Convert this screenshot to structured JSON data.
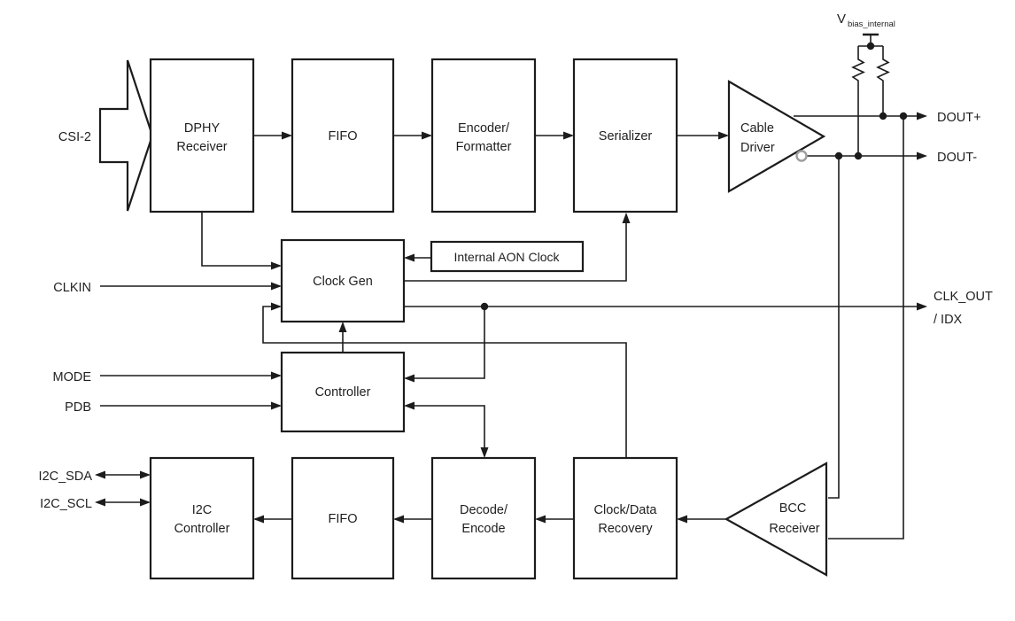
{
  "diagram": {
    "blocks": {
      "dphy_receiver": {
        "line1": "DPHY",
        "line2": "Receiver"
      },
      "fifo_top": {
        "line1": "FIFO"
      },
      "encoder_formatter": {
        "line1": "Encoder/",
        "line2": "Formatter"
      },
      "serializer": {
        "line1": "Serializer"
      },
      "cable_driver": {
        "line1": "Cable",
        "line2": "Driver"
      },
      "clock_gen": {
        "line1": "Clock Gen"
      },
      "internal_aon_clock": {
        "line1": "Internal AON Clock"
      },
      "controller": {
        "line1": "Controller"
      },
      "i2c_controller": {
        "line1": "I2C",
        "line2": "Controller"
      },
      "fifo_bottom": {
        "line1": "FIFO"
      },
      "decode_encode": {
        "line1": "Decode/",
        "line2": "Encode"
      },
      "clock_data_recovery": {
        "line1": "Clock/Data",
        "line2": "Recovery"
      },
      "bcc_receiver": {
        "line1": "BCC",
        "line2": "Receiver"
      }
    },
    "ports": {
      "csi2": "CSI-2",
      "clkin": "CLKIN",
      "mode": "MODE",
      "pdb": "PDB",
      "i2c_sda": "I2C_SDA",
      "i2c_scl": "I2C_SCL",
      "dout_plus": "DOUT+",
      "dout_minus": "DOUT-",
      "clk_out": "CLK_OUT",
      "idx": "/ IDX",
      "vbias_prefix": "V",
      "vbias_subscript": "bias_internal"
    },
    "colors": {
      "line": "#1c1c1c",
      "text": "#1f1f1f",
      "background": "#ffffff",
      "bubble_outline": "#9e9e9e"
    }
  }
}
